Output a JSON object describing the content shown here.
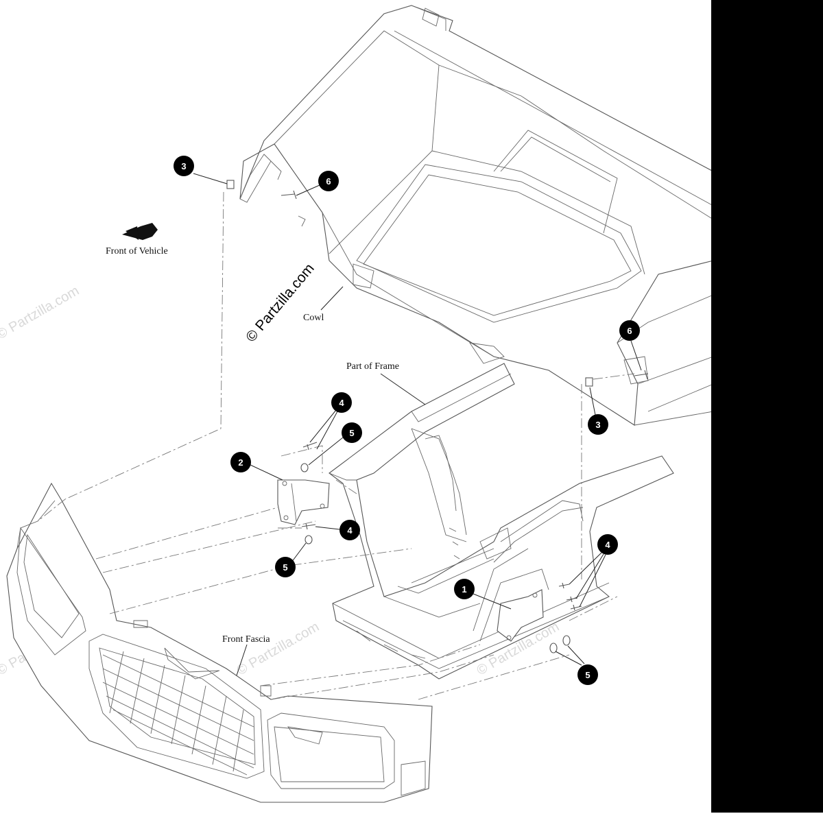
{
  "diagram": {
    "labels": {
      "front_of_vehicle": "Front of Vehicle",
      "cowl": "Cowl",
      "part_of_frame": "Part of Frame",
      "front_fascia": "Front Fascia"
    },
    "watermark": "© Partzilla.com",
    "callouts": [
      {
        "id": "c3a",
        "number": "3"
      },
      {
        "id": "c6a",
        "number": "6"
      },
      {
        "id": "c6b",
        "number": "6"
      },
      {
        "id": "c3b",
        "number": "3"
      },
      {
        "id": "c4a",
        "number": "4"
      },
      {
        "id": "c5a",
        "number": "5"
      },
      {
        "id": "c2",
        "number": "2"
      },
      {
        "id": "c4b",
        "number": "4"
      },
      {
        "id": "c5b",
        "number": "5"
      },
      {
        "id": "c4c",
        "number": "4"
      },
      {
        "id": "c1",
        "number": "1"
      },
      {
        "id": "c5c",
        "number": "5"
      }
    ]
  }
}
